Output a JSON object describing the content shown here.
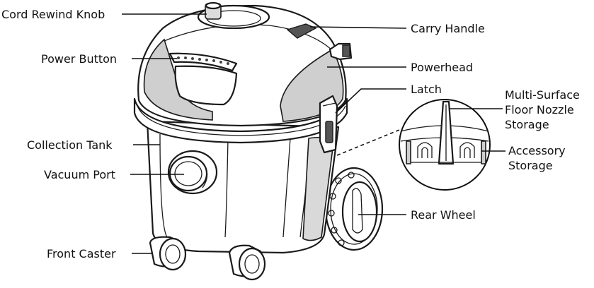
{
  "labels": {
    "cord_rewind_knob": "Cord Rewind Knob",
    "power_button": "Power Button",
    "collection_tank": "Collection Tank",
    "vacuum_port": "Vacuum Port",
    "front_caster": "Front Caster",
    "carry_handle": "Carry Handle",
    "powerhead": "Powerhead",
    "latch": "Latch",
    "multi_surface_1": "Multi-Surface",
    "multi_surface_2": "Floor Nozzle",
    "multi_surface_3": "Storage",
    "accessory_1": "Accessory",
    "accessory_2": "Storage",
    "rear_wheel": "Rear Wheel"
  },
  "colors": {
    "line": "#111111",
    "shading": "#cfcfcf",
    "dark_parts": "#555555",
    "background": "#ffffff"
  }
}
